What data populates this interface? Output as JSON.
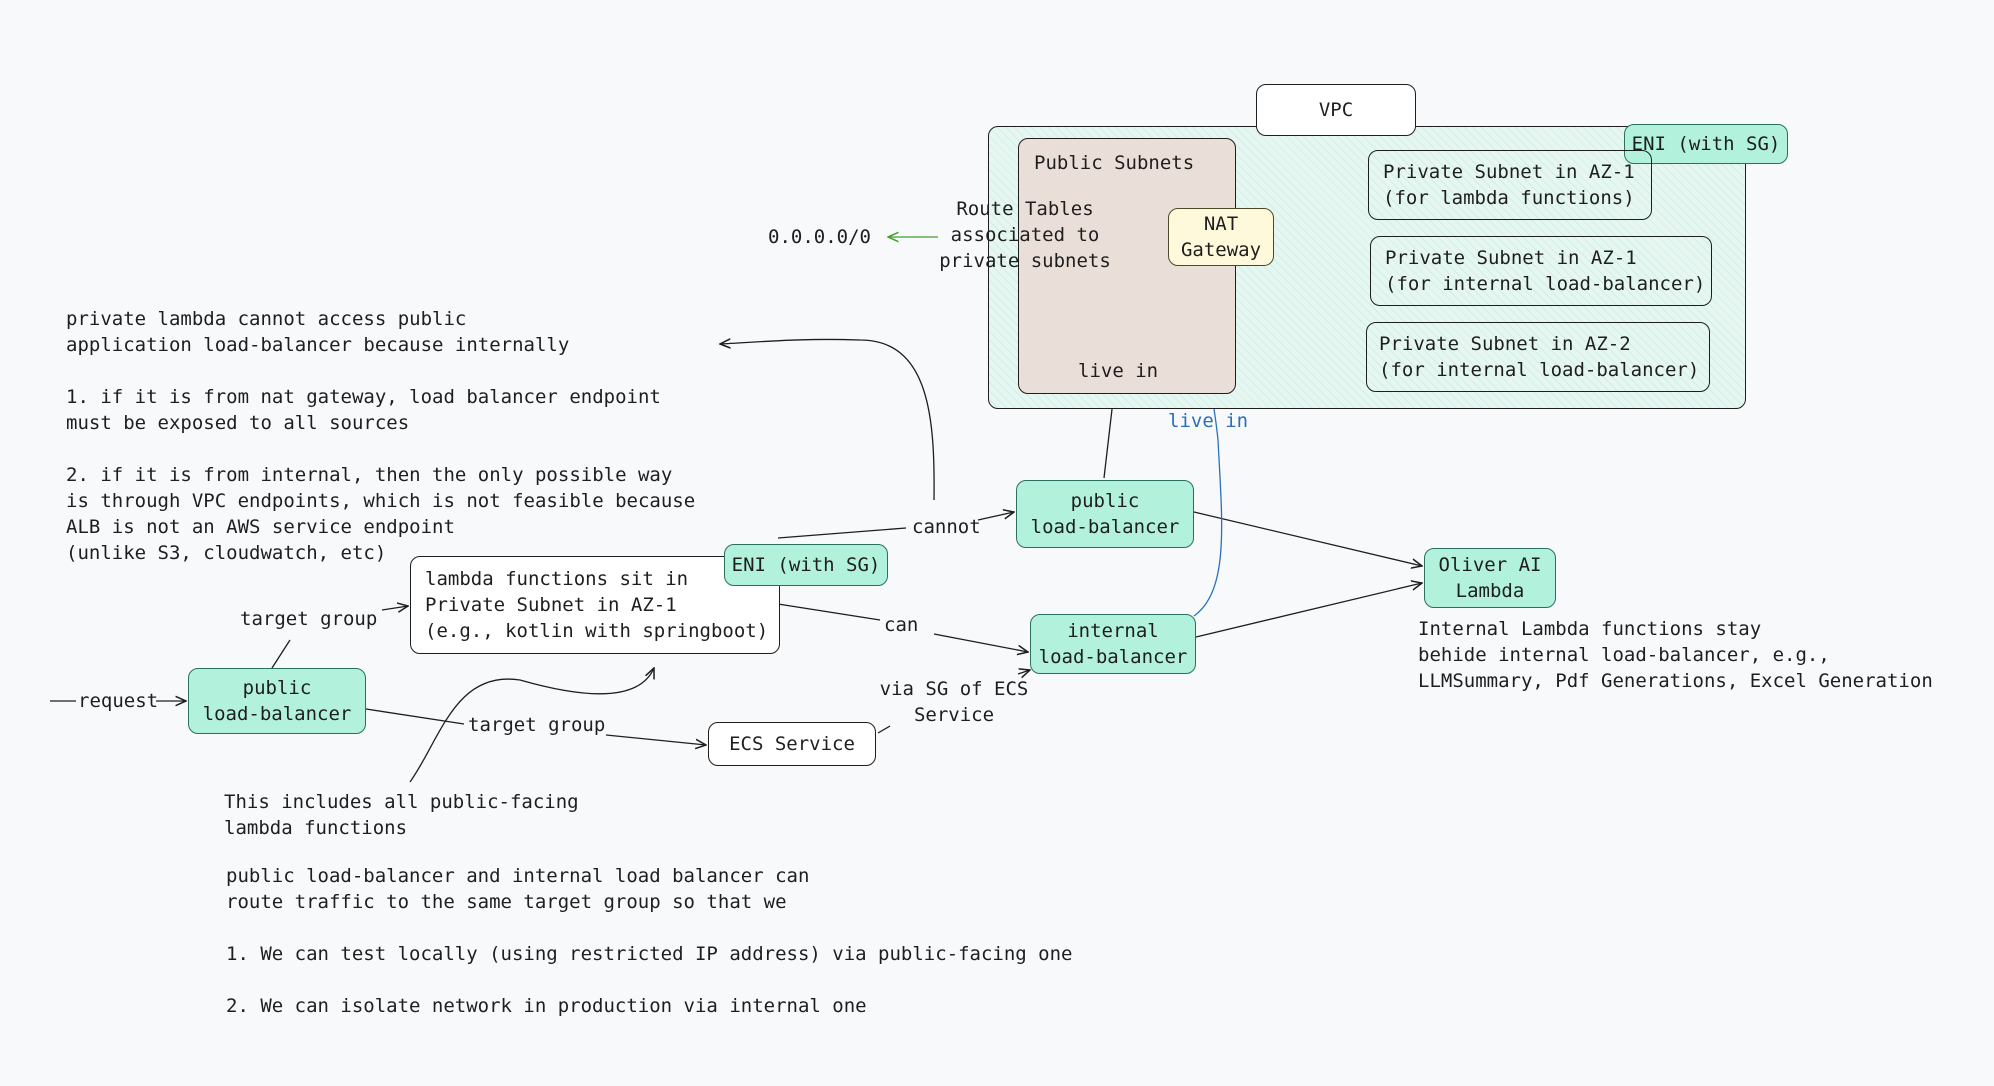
{
  "vpc": {
    "title": "VPC",
    "public_subnets_label": "Public Subnets",
    "route_tables_label": "Route Tables\nassociated to\nprivate subnets",
    "nat_gateway_label": "NAT\nGateway",
    "eni_label": "ENI (with SG)",
    "private_subnets": [
      {
        "label": "Private Subnet in AZ-1\n(for lambda functions)"
      },
      {
        "label": "Private Subnet in AZ-1\n(for internal load-balancer)"
      },
      {
        "label": "Private Subnet in AZ-2\n(for internal load-balancer)"
      }
    ],
    "live_in_label": "live in",
    "live_in_blue_label": "live in"
  },
  "cidr_label": "0.0.0.0/0",
  "notes": {
    "private_lambda_note": "private lambda cannot access public\napplication load-balancer because internally\n\n1. if it is from nat gateway, load balancer endpoint\nmust be exposed to all sources\n\n2. if it is from internal, then the only possible way\nis through VPC endpoints, which is not feasible because\nALB is not an AWS service endpoint\n(unlike S3, cloudwatch, etc)",
    "public_lambda_note": "This includes all public-facing\nlambda functions",
    "target_group_note": "public load-balancer and internal load balancer can\nroute traffic to the same target group so that we\n\n1. We can test locally (using restricted IP address) via public-facing one\n\n2. We can isolate network in production via internal one",
    "internal_lambda_note": "Internal Lambda functions stay\nbehide internal load-balancer, e.g.,\nLLMSummary, Pdf Generations, Excel Generation"
  },
  "nodes": {
    "public_lb_left": "public\nload-balancer",
    "lambda_functions": "lambda functions sit in\nPrivate Subnet in AZ-1\n(e.g., kotlin with springboot)",
    "eni_lambda": "ENI (with SG)",
    "public_lb_middle": "public\nload-balancer",
    "internal_lb": "internal\nload-balancer",
    "oliver_lambda": "Oliver AI\nLambda",
    "ecs_service": "ECS Service"
  },
  "edge_labels": {
    "request": "request",
    "target_group_upper": "target group",
    "target_group_lower": "target group",
    "cannot": "cannot",
    "can": "can",
    "via_sg": "via SG of ECS\nService"
  },
  "colors": {
    "teal_fill": "#b2f2dd",
    "yellow_fill": "#fff9db",
    "subnet_fill": "#eadfd8",
    "green_line": "#40a02b",
    "blue_line": "#2a6fbf"
  }
}
